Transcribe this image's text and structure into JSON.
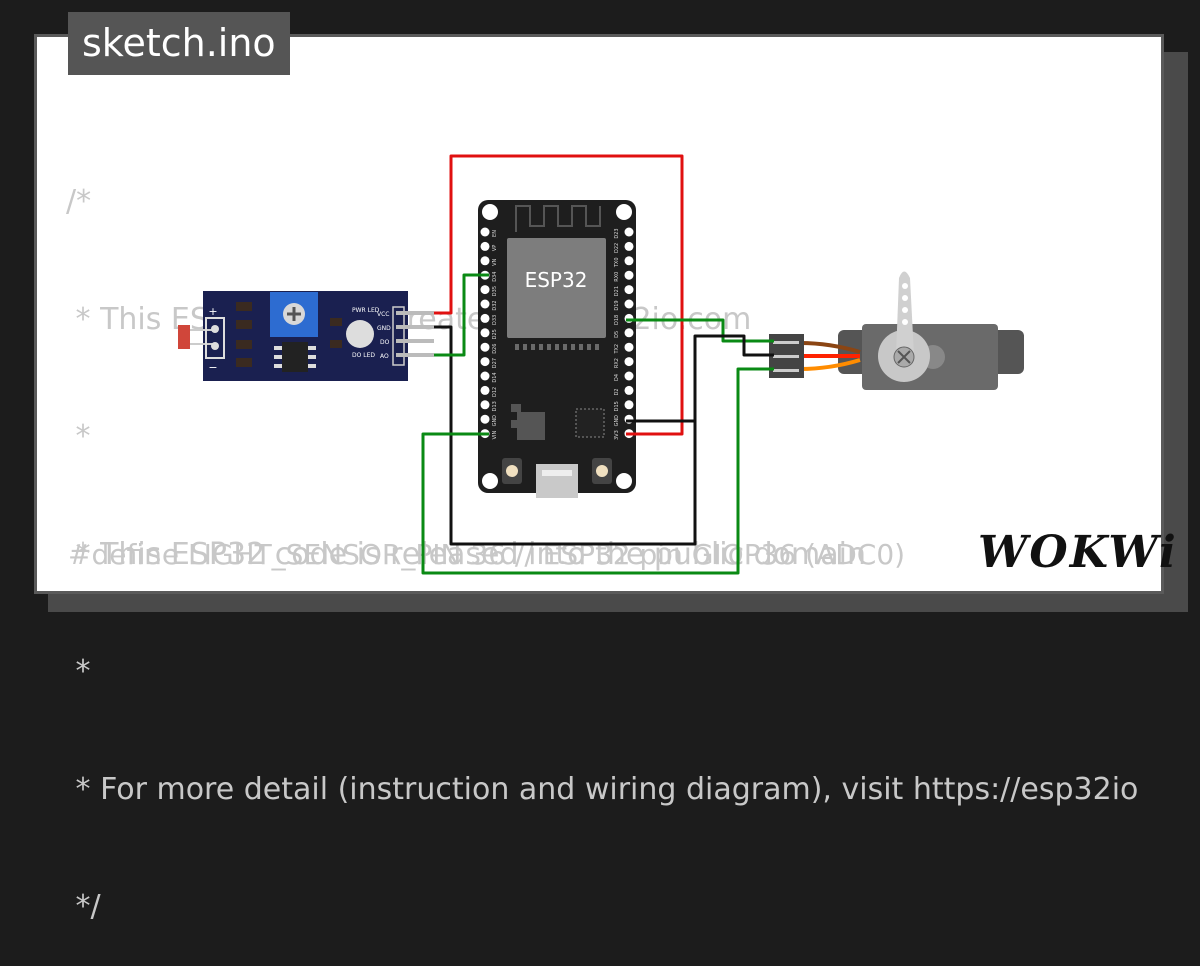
{
  "header": {
    "title": "sketch.ino"
  },
  "code": {
    "lines": [
      "/*",
      " * This ESP32 code is created by esp32io.com",
      " *",
      " * This ESP32 code is released into the public domain",
      " *",
      " * For more detail (instruction and wiring diagram), visit https://esp32io",
      " */"
    ],
    "define_line": "#define LIGHT_SENSOR_PIN 36 // ESP32 pin GIOP36 (ADC0)"
  },
  "diagram": {
    "board_label": "ESP32",
    "board_pins_left": [
      "EN",
      "VP",
      "VN",
      "D34",
      "D35",
      "D32",
      "D33",
      "D25",
      "D26",
      "D27",
      "D14",
      "D12",
      "D13",
      "GND",
      "VIN"
    ],
    "board_pins_right": [
      "D23",
      "D22",
      "TX0",
      "RX0",
      "D21",
      "D19",
      "D18",
      "D5",
      "TX2",
      "RX2",
      "D4",
      "D2",
      "D15",
      "GND",
      "3V3"
    ],
    "sensor_pins": [
      "VCC",
      "GND",
      "DO",
      "AO"
    ],
    "sensor_leds": [
      "PWR LED",
      "DO LED"
    ],
    "sensor_marks": [
      "+",
      "−"
    ],
    "wire_colors": {
      "power": "#e01010",
      "ground": "#111111",
      "signal": "#0a8a14"
    },
    "servo_wire_colors": [
      "#8b4513",
      "#ff2200",
      "#ff8c00"
    ]
  },
  "brand": {
    "logo": "WOKWi"
  }
}
